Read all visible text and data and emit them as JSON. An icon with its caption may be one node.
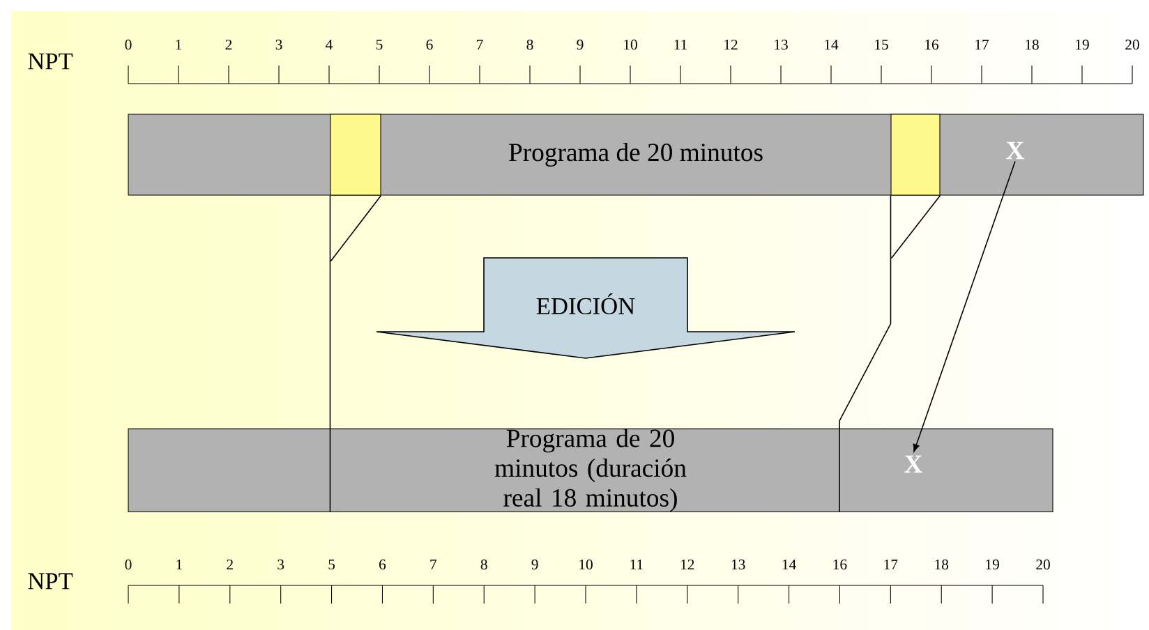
{
  "diagram": {
    "nodes": [
      {
        "text": [
          "Programa de 20 minutos"
        ]
      },
      {
        "text": [],
        "shape": "box",
        "in": 0
      },
      {
        "text": [],
        "shape": "box",
        "in": 0
      },
      {
        "text": [
          "X"
        ],
        "in": 0
      },
      {
        "text": [
          "EDICIÓN"
        ]
      },
      {
        "text": [
          "Programa de 20 minutos (duración real 18 minutos)"
        ]
      },
      {
        "text": [
          "X"
        ],
        "in": 5
      }
    ],
    "edges": [
      {
        "from": 1,
        "to": 5,
        "arrow": "none"
      },
      {
        "from": 2,
        "to": 5,
        "arrow": "none"
      },
      {
        "from": 3,
        "to": 6,
        "arrow": "to"
      }
    ],
    "labels": [
      "NPT",
      "0",
      "1",
      "2",
      "3",
      "4",
      "5",
      "6",
      "7",
      "8",
      "9",
      "10",
      "11",
      "12",
      "13",
      "14",
      "15",
      "16",
      "17",
      "18",
      "19",
      "20",
      "NPT",
      "0",
      "1",
      "2",
      "3",
      "5",
      "6",
      "7",
      "8",
      "9",
      "10",
      "11",
      "12",
      "13",
      "14",
      "16",
      "17",
      "18",
      "19",
      "20"
    ]
  }
}
